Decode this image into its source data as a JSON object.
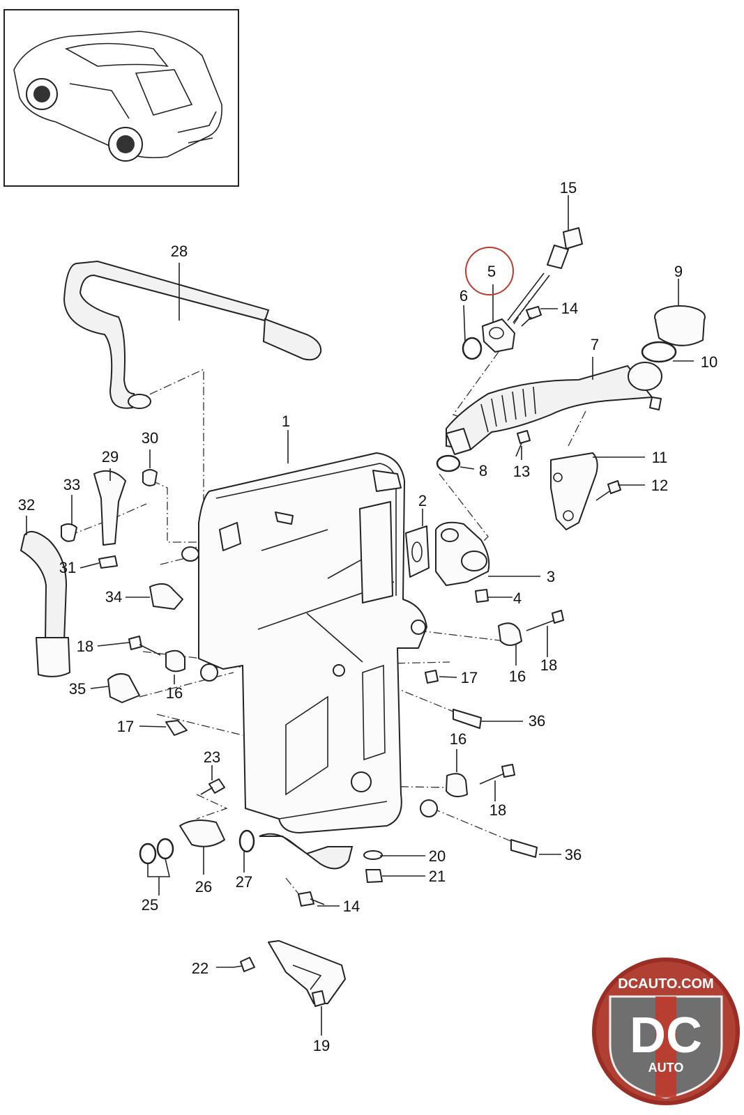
{
  "callouts": {
    "c1": "1",
    "c2": "2",
    "c3": "3",
    "c4": "4",
    "c5": "5",
    "c6": "6",
    "c7": "7",
    "c8": "8",
    "c9": "9",
    "c10": "10",
    "c11": "11",
    "c12": "12",
    "c13": "13",
    "c14a": "14",
    "c14b": "14",
    "c15": "15",
    "c16a": "16",
    "c16b": "16",
    "c16c": "16",
    "c17a": "17",
    "c17b": "17",
    "c18a": "18",
    "c18b": "18",
    "c18c": "18",
    "c19": "19",
    "c20": "20",
    "c21": "21",
    "c22": "22",
    "c23": "23",
    "c25": "25",
    "c26": "26",
    "c27": "27",
    "c28": "28",
    "c29": "29",
    "c30": "30",
    "c31": "31",
    "c32": "32",
    "c33": "33",
    "c34": "34",
    "c35": "35",
    "c36a": "36",
    "c36b": "36"
  },
  "highlight": {
    "part": "5",
    "color": "#c0392b"
  },
  "watermark": {
    "text_top": "DCAUTO.COM",
    "text_main": "DC",
    "text_sub": "AUTO",
    "color": "#b03a2e"
  }
}
